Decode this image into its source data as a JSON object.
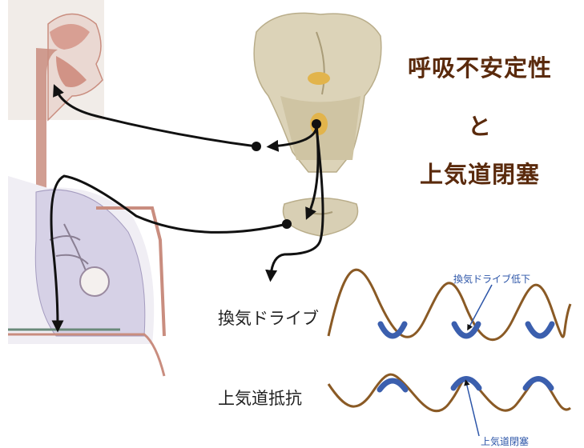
{
  "title": {
    "line1": "呼吸不安定性",
    "line2": "と",
    "line3": "上気道閉塞"
  },
  "waves": {
    "drive_label": "換気ドライブ",
    "resistance_label": "上気道抵抗",
    "drive_annotation": "換気ドライブ低下",
    "resistance_annotation": "上気道閉塞"
  },
  "colors": {
    "title": "#5a2a0c",
    "wave": "#8a5a25",
    "highlight": "#3b5fae",
    "arrow": "#111111",
    "tissue": "#c98d7f",
    "lung": "#c9c4dc",
    "brainstem": "#cfc4a3"
  }
}
